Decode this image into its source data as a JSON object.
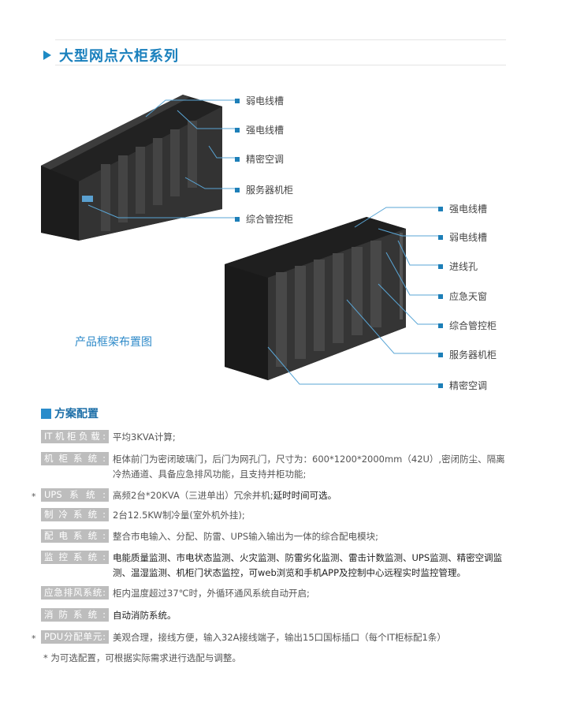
{
  "title": "大型网点六柜系列",
  "diagram1_labels": [
    "弱电线槽",
    "强电线槽",
    "精密空调",
    "服务器机柜",
    "综合管控柜"
  ],
  "diagram2_labels": [
    "强电线槽",
    "弱电线槽",
    "进线孔",
    "应急天窗",
    "综合管控柜",
    "服务器机柜",
    "精密空调"
  ],
  "caption": "产品框架布置图",
  "section_title": "方案配置",
  "config": [
    {
      "key": "IT机柜负载:",
      "value": "平均3KVA计算;",
      "optional": false
    },
    {
      "key": "机柜系统:",
      "value": "柜体前门为密闭玻璃门，后门为网孔门，尺寸为：600*1200*2000mm（42U）,密闭防尘、隔离冷热通道、具备应急排风功能，且支持并柜功能;",
      "optional": false
    },
    {
      "key": "UPS系统:",
      "value": "高频2台*20KVA（三进单出）冗余并机;",
      "value_emph": "延时时间可选。",
      "optional": true
    },
    {
      "key": "制冷系统:",
      "value": "2台12.5KW制冷量(室外机外挂);",
      "optional": false
    },
    {
      "key": "配电系统:",
      "value": "整合市电输入、分配、防雷、UPS输入输出为一体的综合配电模块;",
      "optional": false
    },
    {
      "key": "监控系统:",
      "value": "电能质量监测、市电状态监测、火灾监测、防雷劣化监测、雷击计数监测、UPS监测、精密空调监测、温湿监测、机柜门状态监控，可web浏览和手机APP及控制中心远程实时监控管理。",
      "optional": false
    },
    {
      "key": "应急排风系统:",
      "value": "柜内温度超过37℃时，外循环通风系统自动开启;",
      "optional": false
    },
    {
      "key": "消防系统:",
      "value": "自动消防系统。",
      "optional": false
    },
    {
      "key": "PDU分配单元:",
      "value": "美观合理，接线方便，输入32A接线端子，输出15口国标插口（每个IT柜标配1条）",
      "optional": true
    }
  ],
  "star": "*",
  "note": "* 为可选配置，可根据实际需求进行选配与调整。",
  "colors": {
    "accent": "#1a80bd",
    "label_bg": "#bdbdbd"
  }
}
